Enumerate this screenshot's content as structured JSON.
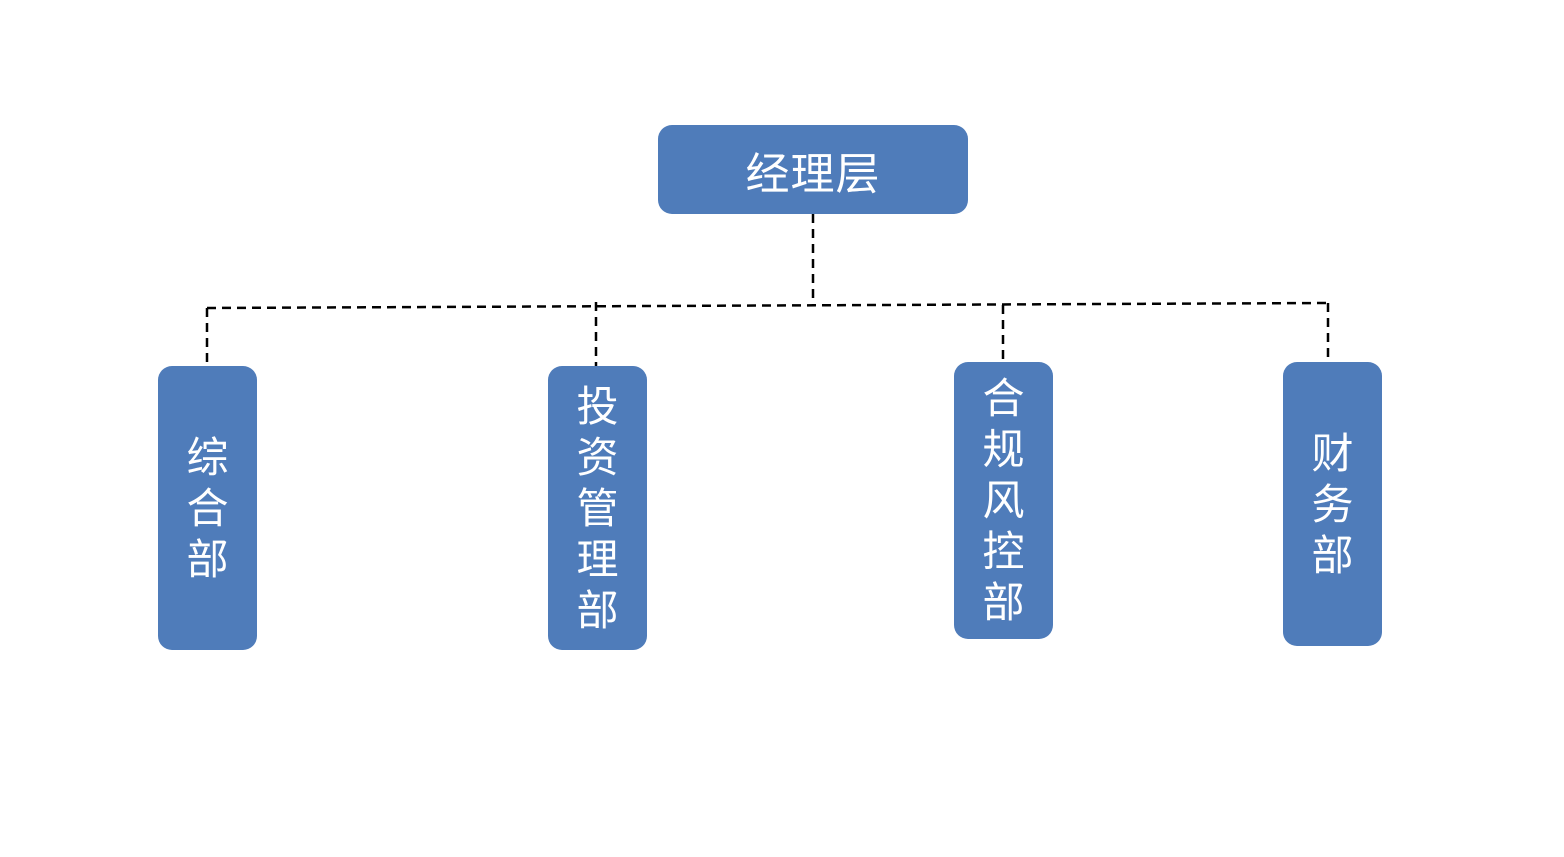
{
  "diagram": {
    "root": {
      "label": "经理层"
    },
    "departments": [
      {
        "label": "综合部"
      },
      {
        "label": "投资管理部"
      },
      {
        "label": "合规风控部"
      },
      {
        "label": "财务部"
      }
    ]
  },
  "colors": {
    "node_fill": "#4f7cba",
    "node_text": "#ffffff",
    "connector": "#000000",
    "background": "#ffffff"
  }
}
